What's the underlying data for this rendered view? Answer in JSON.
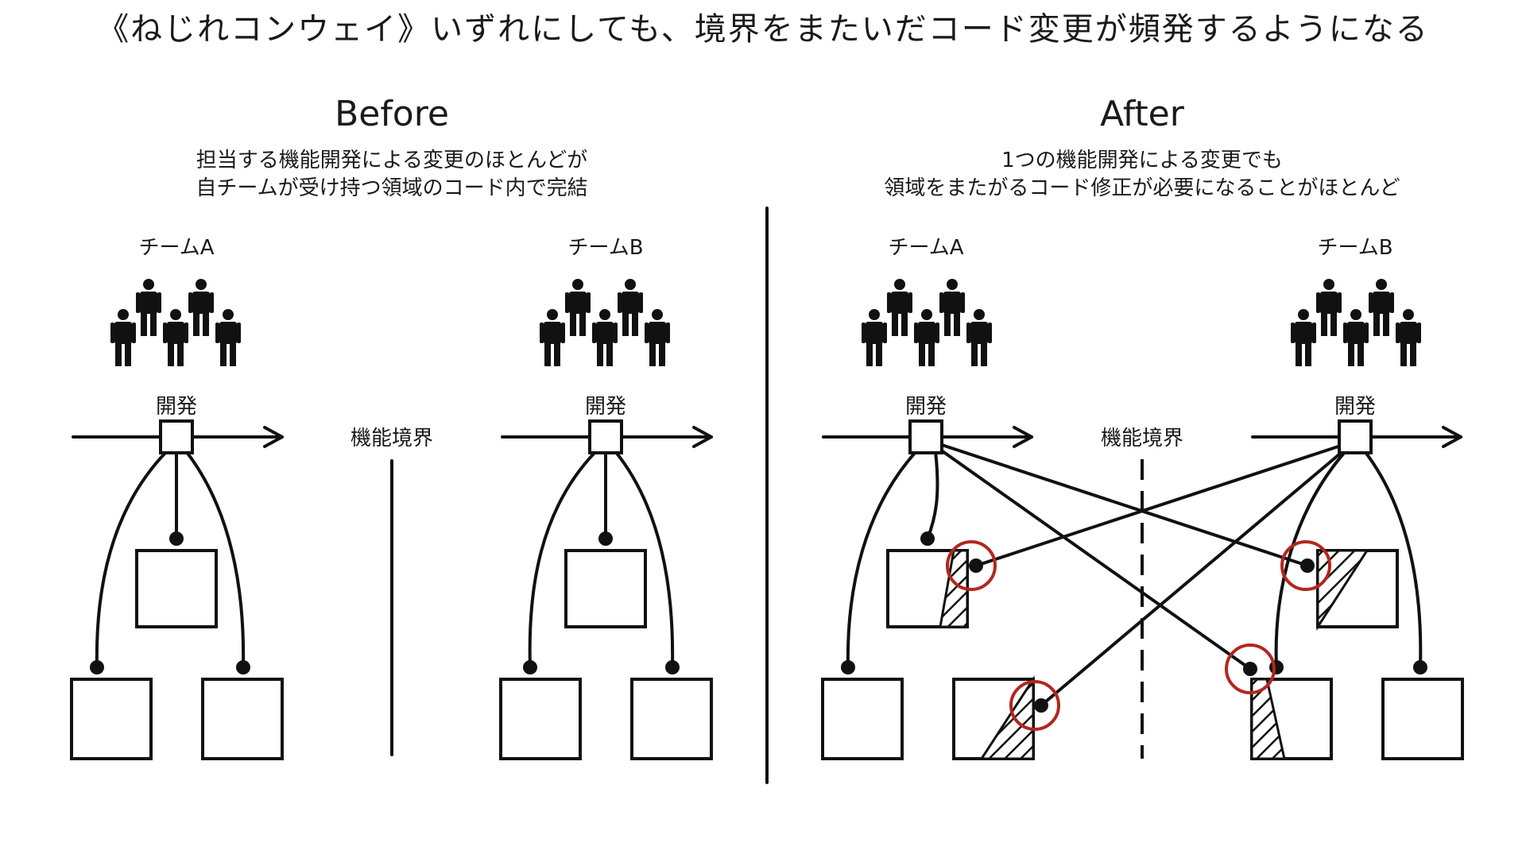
{
  "title": "《ねじれコンウェイ》いずれにしても、境界をまたいだコード変更が頻発するようになる",
  "colors": {
    "ink": "#111111",
    "highlight_ring": "#b3261e",
    "background": "#ffffff"
  },
  "before": {
    "heading": "Before",
    "description_line1": "担当する機能開発による変更のほとんどが",
    "description_line2": "自チームが受け持つ領域のコード内で完結",
    "team_a_label": "チームA",
    "team_b_label": "チームB",
    "dev_label_a": "開発",
    "dev_label_b": "開発",
    "boundary_label": "機能境界"
  },
  "after": {
    "heading": "After",
    "description_line1": "1つの機能開発による変更でも",
    "description_line2": "領域をまたがるコード修正が必要になることがほとんど",
    "team_a_label": "チームA",
    "team_b_label": "チームB",
    "dev_label_a": "開発",
    "dev_label_b": "開発",
    "boundary_label": "機能境界"
  },
  "icons": {
    "team_people": "people-group-icon",
    "arrow": "arrow-right-icon"
  }
}
